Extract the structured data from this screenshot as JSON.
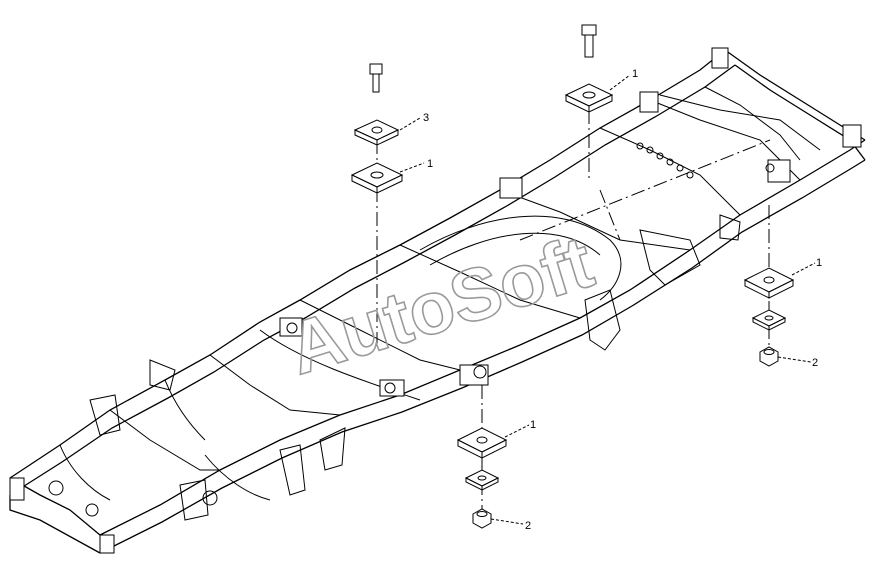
{
  "watermark": "AutoSoft",
  "callouts": [
    {
      "id": "c1",
      "label": "1"
    },
    {
      "id": "c2",
      "label": "1"
    },
    {
      "id": "c3",
      "label": "3"
    },
    {
      "id": "c4",
      "label": "1"
    },
    {
      "id": "c5",
      "label": "2"
    },
    {
      "id": "c6",
      "label": "1"
    },
    {
      "id": "c7",
      "label": "2"
    }
  ]
}
